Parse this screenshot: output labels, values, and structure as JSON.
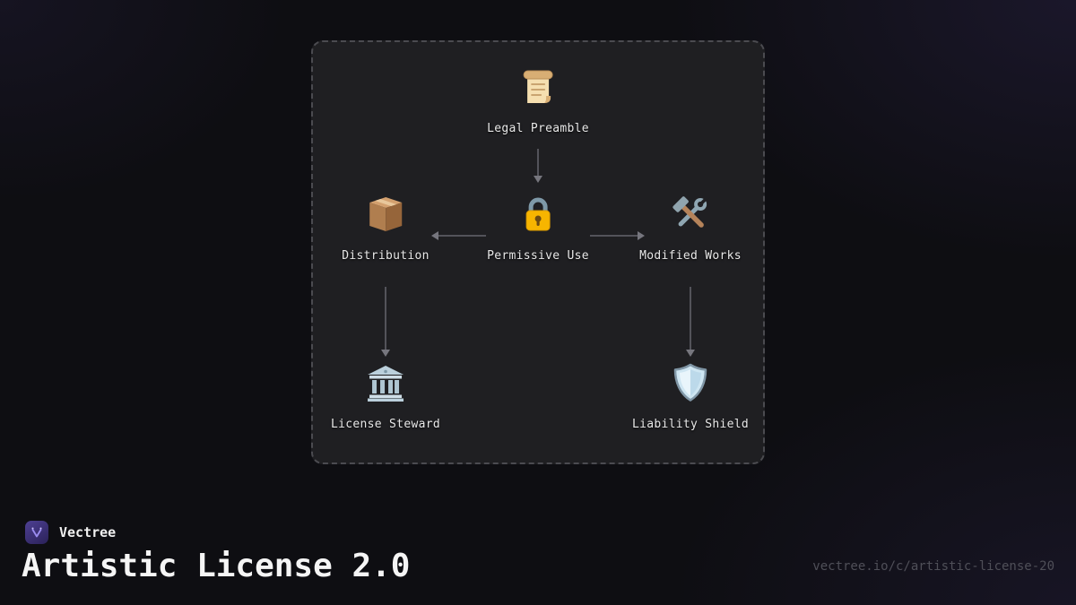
{
  "diagram": {
    "nodes": [
      {
        "id": "legal-preamble",
        "label": "Legal Preamble",
        "icon": "scroll-icon"
      },
      {
        "id": "permissive-use",
        "label": "Permissive Use",
        "icon": "lock-icon"
      },
      {
        "id": "distribution",
        "label": "Distribution",
        "icon": "package-icon"
      },
      {
        "id": "modified-works",
        "label": "Modified Works",
        "icon": "hammer-wrench-icon"
      },
      {
        "id": "license-steward",
        "label": "License Steward",
        "icon": "bank-icon"
      },
      {
        "id": "liability-shield",
        "label": "Liability Shield",
        "icon": "shield-icon"
      }
    ],
    "edges": [
      {
        "from": "legal-preamble",
        "to": "permissive-use"
      },
      {
        "from": "permissive-use",
        "to": "distribution"
      },
      {
        "from": "permissive-use",
        "to": "modified-works"
      },
      {
        "from": "distribution",
        "to": "license-steward"
      },
      {
        "from": "modified-works",
        "to": "liability-shield"
      }
    ]
  },
  "footer": {
    "brand": "Vectree",
    "title": "Artistic License 2.0",
    "url": "vectree.io/c/artistic-license-20"
  },
  "colors": {
    "background": "#0e0e12",
    "panel": "#1f1f22",
    "panel_border": "#4b4b50",
    "text": "#e8e8e8",
    "muted_text": "#4f4f58",
    "arrow": "#76767e",
    "accent_purple": "#4e4093"
  }
}
